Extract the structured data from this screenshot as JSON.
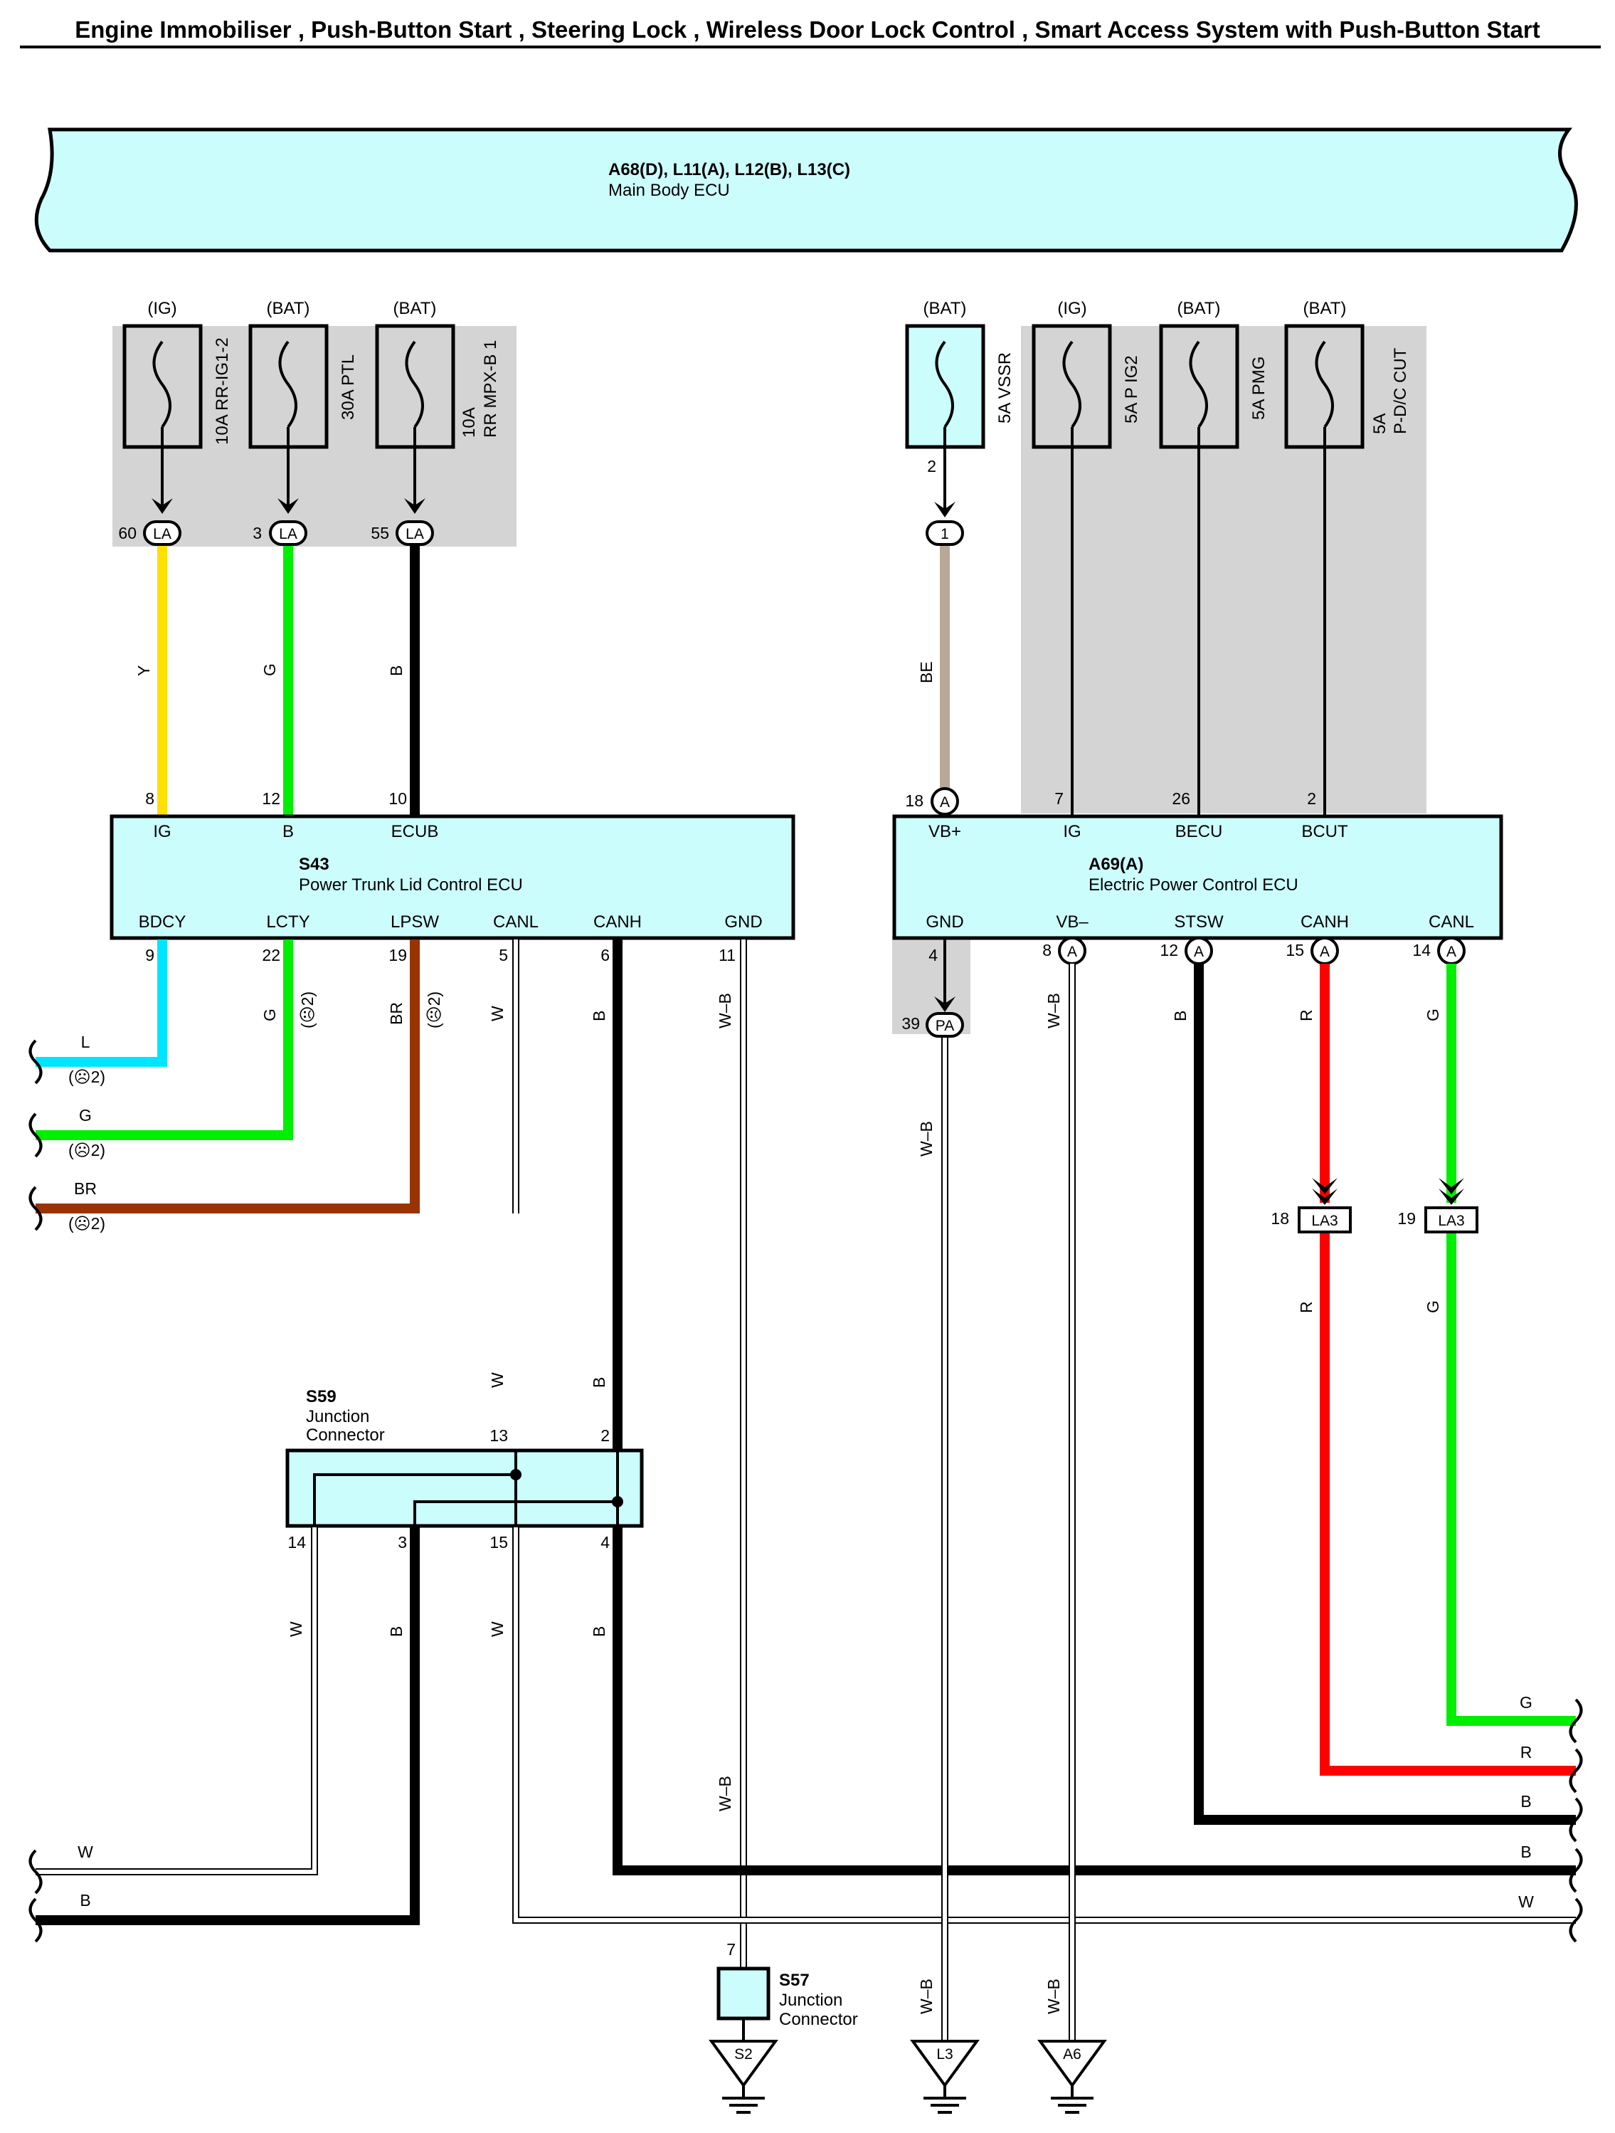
{
  "title": "Engine Immobiliser , Push-Button Start , Steering Lock , Wireless Door Lock Control , Smart Access System with Push-Button Start",
  "main_body_ecu": {
    "code": "A68(D), L11(A), L12(B), L13(C)",
    "name": "Main Body ECU"
  },
  "fuses_left": [
    {
      "supply": "(IG)",
      "name": "10A RR-IG1-2",
      "pin": "60",
      "conn": "LA"
    },
    {
      "supply": "(BAT)",
      "name": "30A PTL",
      "pin": "3",
      "conn": "LA"
    },
    {
      "supply": "(BAT)",
      "name_line1": "10A",
      "name_line2": "RR MPX-B 1",
      "pin": "55",
      "conn": "LA"
    }
  ],
  "fuses_right": [
    {
      "supply": "(BAT)",
      "name": "5A VSSR",
      "pin": "2",
      "conn": "1"
    },
    {
      "supply": "(IG)",
      "name": "5A P IG2"
    },
    {
      "supply": "(BAT)",
      "name": "5A PMG"
    },
    {
      "supply": "(BAT)",
      "name_line1": "5A",
      "name_line2": "P-D/C CUT"
    }
  ],
  "s43": {
    "code": "S43",
    "name": "Power Trunk Lid Control ECU",
    "top_pins": [
      {
        "num": "8",
        "label": "IG"
      },
      {
        "num": "12",
        "label": "B"
      },
      {
        "num": "10",
        "label": "ECUB"
      }
    ],
    "bottom_pins": [
      {
        "num": "9",
        "label": "BDCY"
      },
      {
        "num": "22",
        "label": "LCTY"
      },
      {
        "num": "19",
        "label": "LPSW"
      },
      {
        "num": "5",
        "label": "CANL"
      },
      {
        "num": "6",
        "label": "CANH"
      },
      {
        "num": "11",
        "label": "GND"
      }
    ]
  },
  "a69": {
    "code": "A69(A)",
    "name": "Electric Power Control ECU",
    "top_pins": [
      {
        "num": "18",
        "label": "VB+",
        "conn": "A"
      },
      {
        "num": "7",
        "label": "IG"
      },
      {
        "num": "26",
        "label": "BECU"
      },
      {
        "num": "2",
        "label": "BCUT"
      }
    ],
    "bottom_pins": [
      {
        "num": "4",
        "label": "GND"
      },
      {
        "num": "8",
        "label": "VB–",
        "conn": "A"
      },
      {
        "num": "12",
        "label": "STSW",
        "conn": "A"
      },
      {
        "num": "15",
        "label": "CANH",
        "conn": "A"
      },
      {
        "num": "14",
        "label": "CANL",
        "conn": "A"
      }
    ],
    "gnd_pin": "39",
    "gnd_conn": "PA"
  },
  "wires": {
    "y": "Y",
    "g": "G",
    "b": "B",
    "be": "BE",
    "w": "W",
    "wb": "W–B",
    "r": "R",
    "br": "BR",
    "l": "L",
    "note": "(☹2)"
  },
  "la3": {
    "conn": "LA3",
    "pin_r": "18",
    "pin_g": "19"
  },
  "s59": {
    "code": "S59",
    "line1": "Junction",
    "line2": "Connector",
    "pins": {
      "p13": "13",
      "p2": "2",
      "p14": "14",
      "p3": "3",
      "p15": "15",
      "p4": "4"
    }
  },
  "s57": {
    "code": "S57",
    "line1": "Junction",
    "line2": "Connector",
    "pin": "7"
  },
  "grounds": [
    "S2",
    "L3",
    "A6"
  ],
  "colors": {
    "ecu": "#ccfdfd",
    "yellow": "#ffe000",
    "green": "#00ee00",
    "black": "#000000",
    "beige": "#b8a898",
    "red": "#ff0000",
    "brown": "#993300",
    "blue": "#00e5ff",
    "shade": "#d4d4d4"
  }
}
